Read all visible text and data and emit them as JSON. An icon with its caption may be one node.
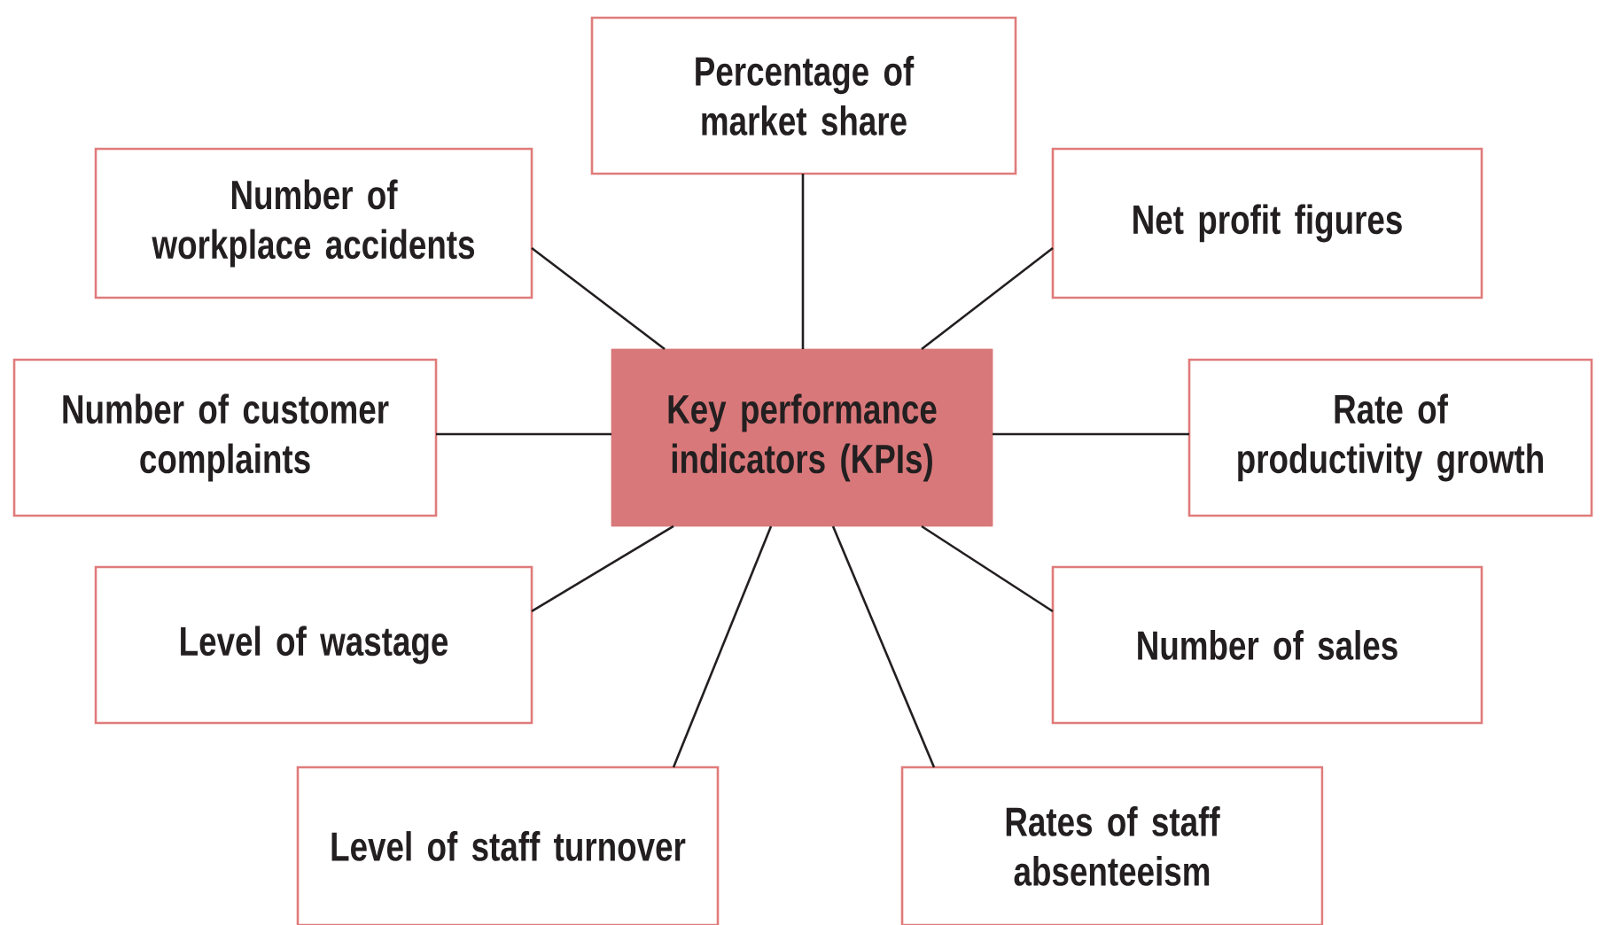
{
  "diagram": {
    "nodes": [
      {
        "text": [
          "Key performance indicators (KPIs)"
        ]
      },
      {
        "text": [
          "Percentage of market share"
        ]
      },
      {
        "text": [
          "Number of workplace accidents"
        ]
      },
      {
        "text": [
          "Net profit figures"
        ]
      },
      {
        "text": [
          "Number of customer complaints"
        ]
      },
      {
        "text": [
          "Rate of productivity growth"
        ]
      },
      {
        "text": [
          "Level of wastage"
        ]
      },
      {
        "text": [
          "Number of sales"
        ]
      },
      {
        "text": [
          "Level of staff turnover"
        ]
      },
      {
        "text": [
          "Rates of staff absenteeism"
        ]
      }
    ],
    "edges": [
      {
        "from": 0,
        "to": 1,
        "arrow": "none"
      },
      {
        "from": 0,
        "to": 2,
        "arrow": "none"
      },
      {
        "from": 0,
        "to": 3,
        "arrow": "none"
      },
      {
        "from": 0,
        "to": 4,
        "arrow": "none"
      },
      {
        "from": 0,
        "to": 5,
        "arrow": "none"
      },
      {
        "from": 0,
        "to": 6,
        "arrow": "none"
      },
      {
        "from": 0,
        "to": 7,
        "arrow": "none"
      },
      {
        "from": 0,
        "to": 8,
        "arrow": "none"
      },
      {
        "from": 0,
        "to": 9,
        "arrow": "none"
      }
    ]
  }
}
